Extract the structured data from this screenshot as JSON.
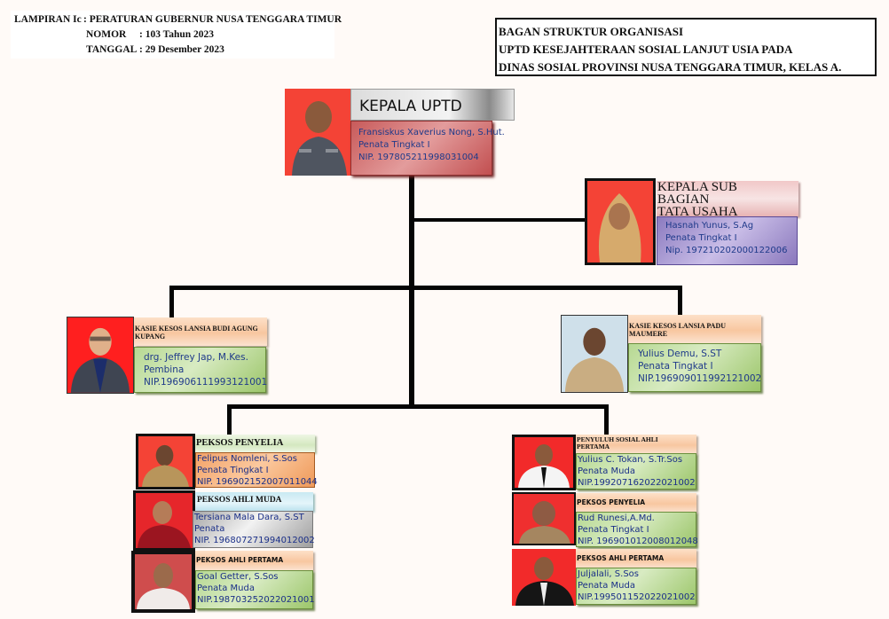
{
  "header": {
    "lampiran_label": "LAMPIRAN Ic",
    "lampiran_value": ": PERATURAN GUBERNUR NUSA TENGGARA TIMUR",
    "nomor_label": "NOMOR",
    "nomor_value": ": 103 Tahun 2023",
    "tanggal_label": "TANGGAL",
    "tanggal_value": ": 29 Desember 2023"
  },
  "title_box": {
    "line1": "BAGAN STRUKTUR ORGANISASI",
    "line2": "UPTD KESEJAHTERAAN SOSIAL LANJUT USIA PADA",
    "line3": "DINAS SOSIAL PROVINSI NUSA TENGGARA TIMUR, KELAS A."
  },
  "colors": {
    "connector": "#050505",
    "photo_red_bg": "#f44336",
    "name_text": "#1f3a8a",
    "kepala_box": "#c85a5a",
    "subbag_box": "#8c7bc0",
    "green_box": "#b7d993",
    "peach_bar": "#f8c7a0"
  },
  "nodes": {
    "kepala_uptd": {
      "title": "KEPALA UPTD",
      "name": "Fransiskus Xaverius Nong, S.Hut.",
      "rank": "Penata Tingkat I",
      "nip": "NIP. 197805211998031004"
    },
    "kasubag_tu": {
      "title_line1": "KEPALA SUB",
      "title_line2": "BAGIAN",
      "title_line3": "TATA USAHA",
      "name": "Hasnah Yunus, S.Ag",
      "rank": "Penata Tingkat I",
      "nip": "Nip. 197210202000122006"
    },
    "kasie_kupang": {
      "title": "KASIE KESOS LANSIA BUDI AGUNG KUPANG",
      "name": "drg. Jeffrey Jap, M.Kes.",
      "rank": "Pembina",
      "nip": "NIP.196906111993121001"
    },
    "kasie_maumere": {
      "title": "KASIE KESOS LANSIA PADU MAUMERE",
      "name": "Yulius Demu, S.ST",
      "rank": "Penata Tingkat I",
      "nip": "NIP.196909011992121002"
    },
    "left_staff": [
      {
        "title": "PEKSOS PENYELIA",
        "name": "Felipus Nomleni, S.Sos",
        "rank": "Penata Tingkat I",
        "nip": "NIP. 196902152007011044"
      },
      {
        "title": "PEKSOS AHLI MUDA",
        "name": "Tersiana Mala Dara, S.ST",
        "rank": "Penata",
        "nip": "NIP. 196807271994012002"
      },
      {
        "title": "PEKSOS AHLI PERTAMA",
        "name": "Goal  Getter, S.Sos",
        "rank": "Penata Muda",
        "nip": "NIP.198703252022021001"
      }
    ],
    "right_staff": [
      {
        "title": "PENYULUH SOSIAL AHLI PERTAMA",
        "name": "Yulius  C. Tokan, S.Tr.Sos",
        "rank": "Penata Muda",
        "nip": "NIP.199207162022021002"
      },
      {
        "title": "PEKSOS PENYELIA",
        "name": "Rud Runesi,A.Md.",
        "rank": "Penata Tingkat I",
        "nip": "NIP. 196901012008012048"
      },
      {
        "title": "PEKSOS AHLI PERTAMA",
        "name": "Juljalali, S.Sos",
        "rank": "Penata Muda",
        "nip": "NIP.199501152022021002"
      }
    ]
  }
}
